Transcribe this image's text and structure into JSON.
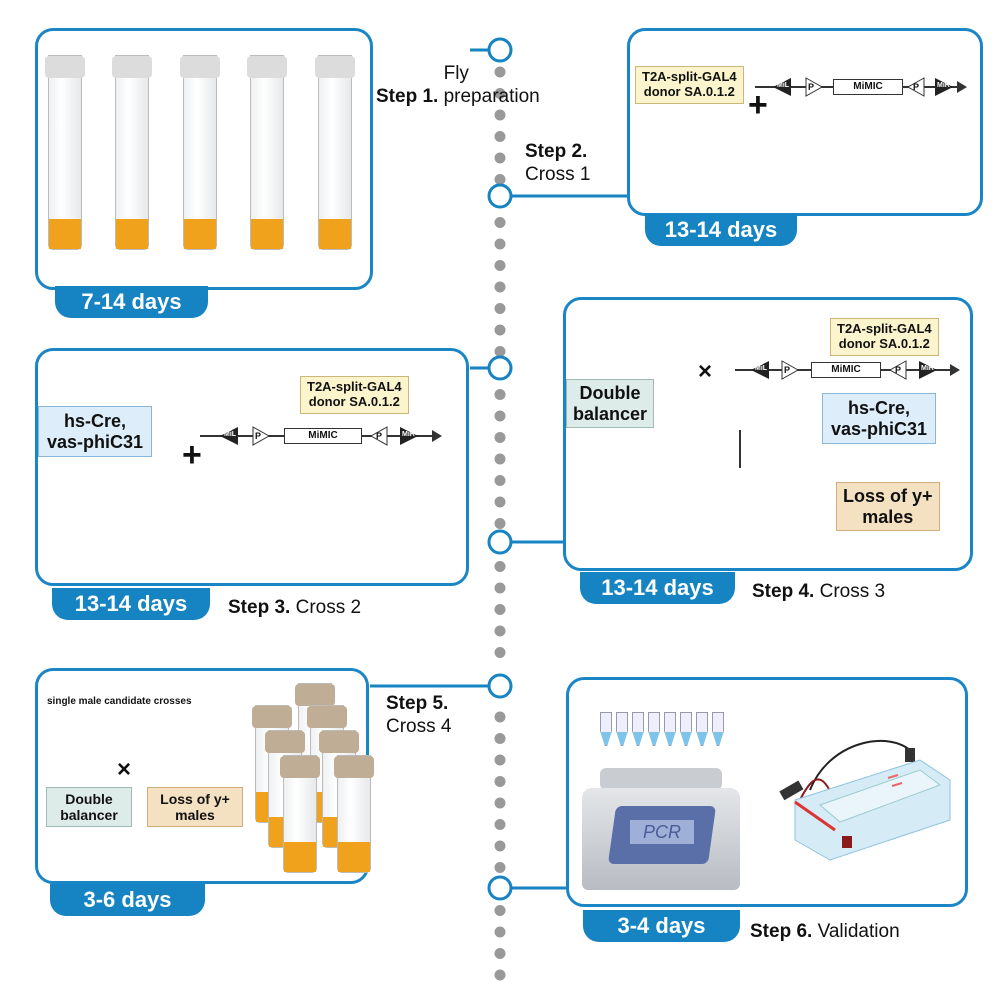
{
  "colors": {
    "accent": "#1683c2",
    "timeline_dots": "#999999",
    "food": "#f0a21c"
  },
  "steps": [
    {
      "num": "Step 1.",
      "name": "Fly preparation",
      "duration": "7-14 days"
    },
    {
      "num": "Step 2.",
      "name": "Cross 1",
      "duration": "13-14 days"
    },
    {
      "num": "Step 3.",
      "name": "Cross 2",
      "duration": "13-14 days"
    },
    {
      "num": "Step 4.",
      "name": "Cross 3",
      "duration": "13-14 days"
    },
    {
      "num": "Step 5.",
      "name": "Cross 4",
      "duration": "3-6 days"
    },
    {
      "num": "Step 6.",
      "name": "Validation",
      "duration": "3-4 days"
    }
  ],
  "labels": {
    "donor_l1": "T2A-split-GAL4",
    "donor_l2": "donor SA.0.1.2",
    "hscre_l1": "hs-Cre,",
    "hscre_l2": "vas-phiC31",
    "double_l1": "Double",
    "double_l2": "balancer",
    "loss_l1": "Loss of y+",
    "loss_l2": "males",
    "plus": "+",
    "cross": "×",
    "single_male": "single male candidate crosses",
    "pcr": "PCR"
  },
  "construct": {
    "mil": "MiL",
    "p": "P",
    "mimic": "MiMIC",
    "mir": "MiR"
  },
  "icons": [
    "fly-icon",
    "vial-icon",
    "pcr-tube-icon",
    "pcr-machine-icon",
    "gel-electrophoresis-icon"
  ]
}
